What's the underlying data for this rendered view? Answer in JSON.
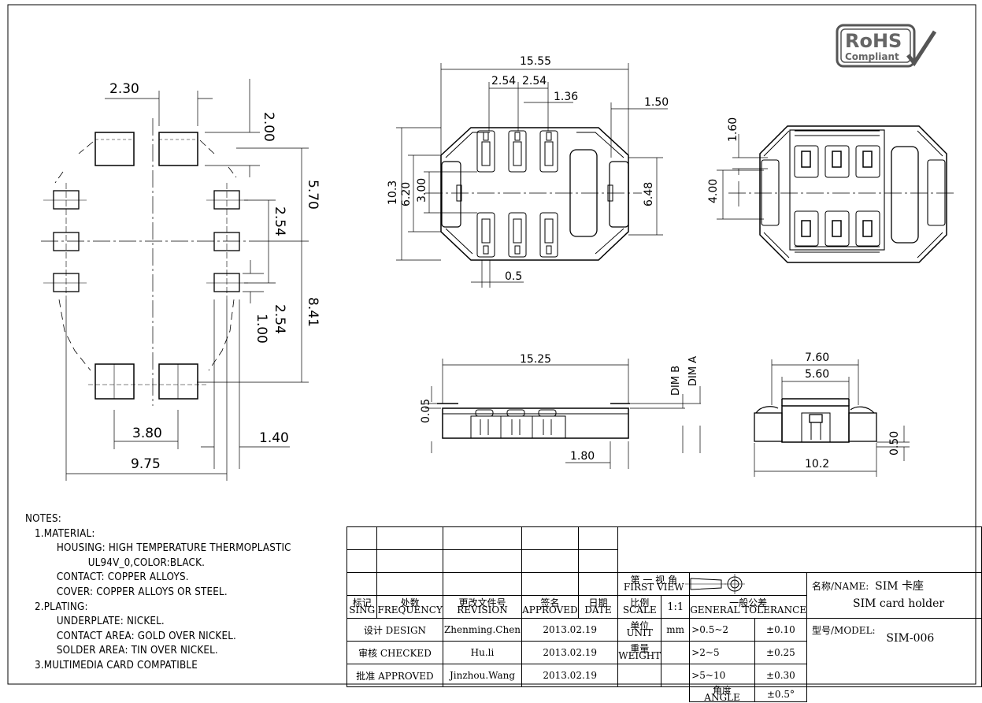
{
  "dims": {
    "top_left": {
      "d230": "2.30",
      "d200": "2.00",
      "d570": "5.70",
      "d254a": "2.54",
      "d841": "8.41",
      "d254b": "2.54",
      "d100": "1.00",
      "d380": "3.80",
      "d975": "9.75",
      "d140": "1.40"
    },
    "top_middle": {
      "d1555": "15.55",
      "d254a": "2.54",
      "d254b": "2.54",
      "d136": "1.36",
      "d150": "1.50",
      "d103": "10.3",
      "d620": "6.20",
      "d300": "3.00",
      "d648": "6.48",
      "d05": "0.5"
    },
    "top_right": {
      "d160": "1.60",
      "d400": "4.00"
    },
    "bottom_middle": {
      "d1525": "15.25",
      "d005": "0.05",
      "d180": "1.80",
      "dimB": "DIM B",
      "dimA": "DIM A"
    },
    "bottom_right": {
      "d760": "7.60",
      "d560": "5.60",
      "d102": "10.2",
      "d050": "0.50"
    }
  },
  "logo": {
    "line1": "RoHS",
    "line2": "Compliant"
  },
  "notes": [
    "NOTES:",
    "   1.MATERIAL:",
    "          HOUSING: HIGH TEMPERATURE THERMOPLASTIC",
    "                    UL94V_0,COLOR:BLACK.",
    "          CONTACT: COPPER ALLOYS.",
    "          COVER: COPPER ALLOYS OR STEEL.",
    "   2.PLATING:",
    "          UNDERPLATE: NICKEL.",
    "          CONTACT AREA: GOLD OVER NICKEL.",
    "          SOLDER AREA: TIN OVER NICKEL.",
    "   3.MULTIMEDIA CARD COMPATIBLE"
  ],
  "title_block": {
    "sign": "标记\nSING",
    "frequency": "处数\nFREQUENCY",
    "revision": "更改文件号\nREVISION",
    "approved_hdr": "签名\nAPPROVED",
    "date_hdr": "日期\nDATE",
    "first_view": "第 一 视 角\nFIRST VIEW",
    "scale_hdr": "比例\nSCALE",
    "scale": "1:1",
    "tolerance_hdr": "一般公差\nGENERAL TOLERANCE",
    "design_label": "设计 DESIGN",
    "design_name": "Zhenming.Chen",
    "design_date": "2013.02.19",
    "checked_label": "审核 CHECKED",
    "checked_name": "Hu.li",
    "checked_date": "2013.02.19",
    "approved_label": "批准 APPROVED",
    "approved_name": "Jinzhou.Wang",
    "approved_date": "2013.02.19",
    "unit_hdr": "单位\nUNIT",
    "unit": "mm",
    "weight_hdr": "重量\nWEIGHT",
    "angle_hdr": "角度\nANGLE",
    "tol_rows": [
      {
        "range": ">0.5~2",
        "tol": "±0.10"
      },
      {
        "range": ">2~5",
        "tol": "±0.25"
      },
      {
        "range": ">5~10",
        "tol": "±0.30"
      },
      {
        "range": "",
        "tol": "±0.5°"
      }
    ],
    "name_label": "名称/NAME:",
    "name_cn": "SIM 卡座",
    "name_en": "SIM card holder",
    "model_label": "型号/MODEL:",
    "model": "SIM-006"
  }
}
